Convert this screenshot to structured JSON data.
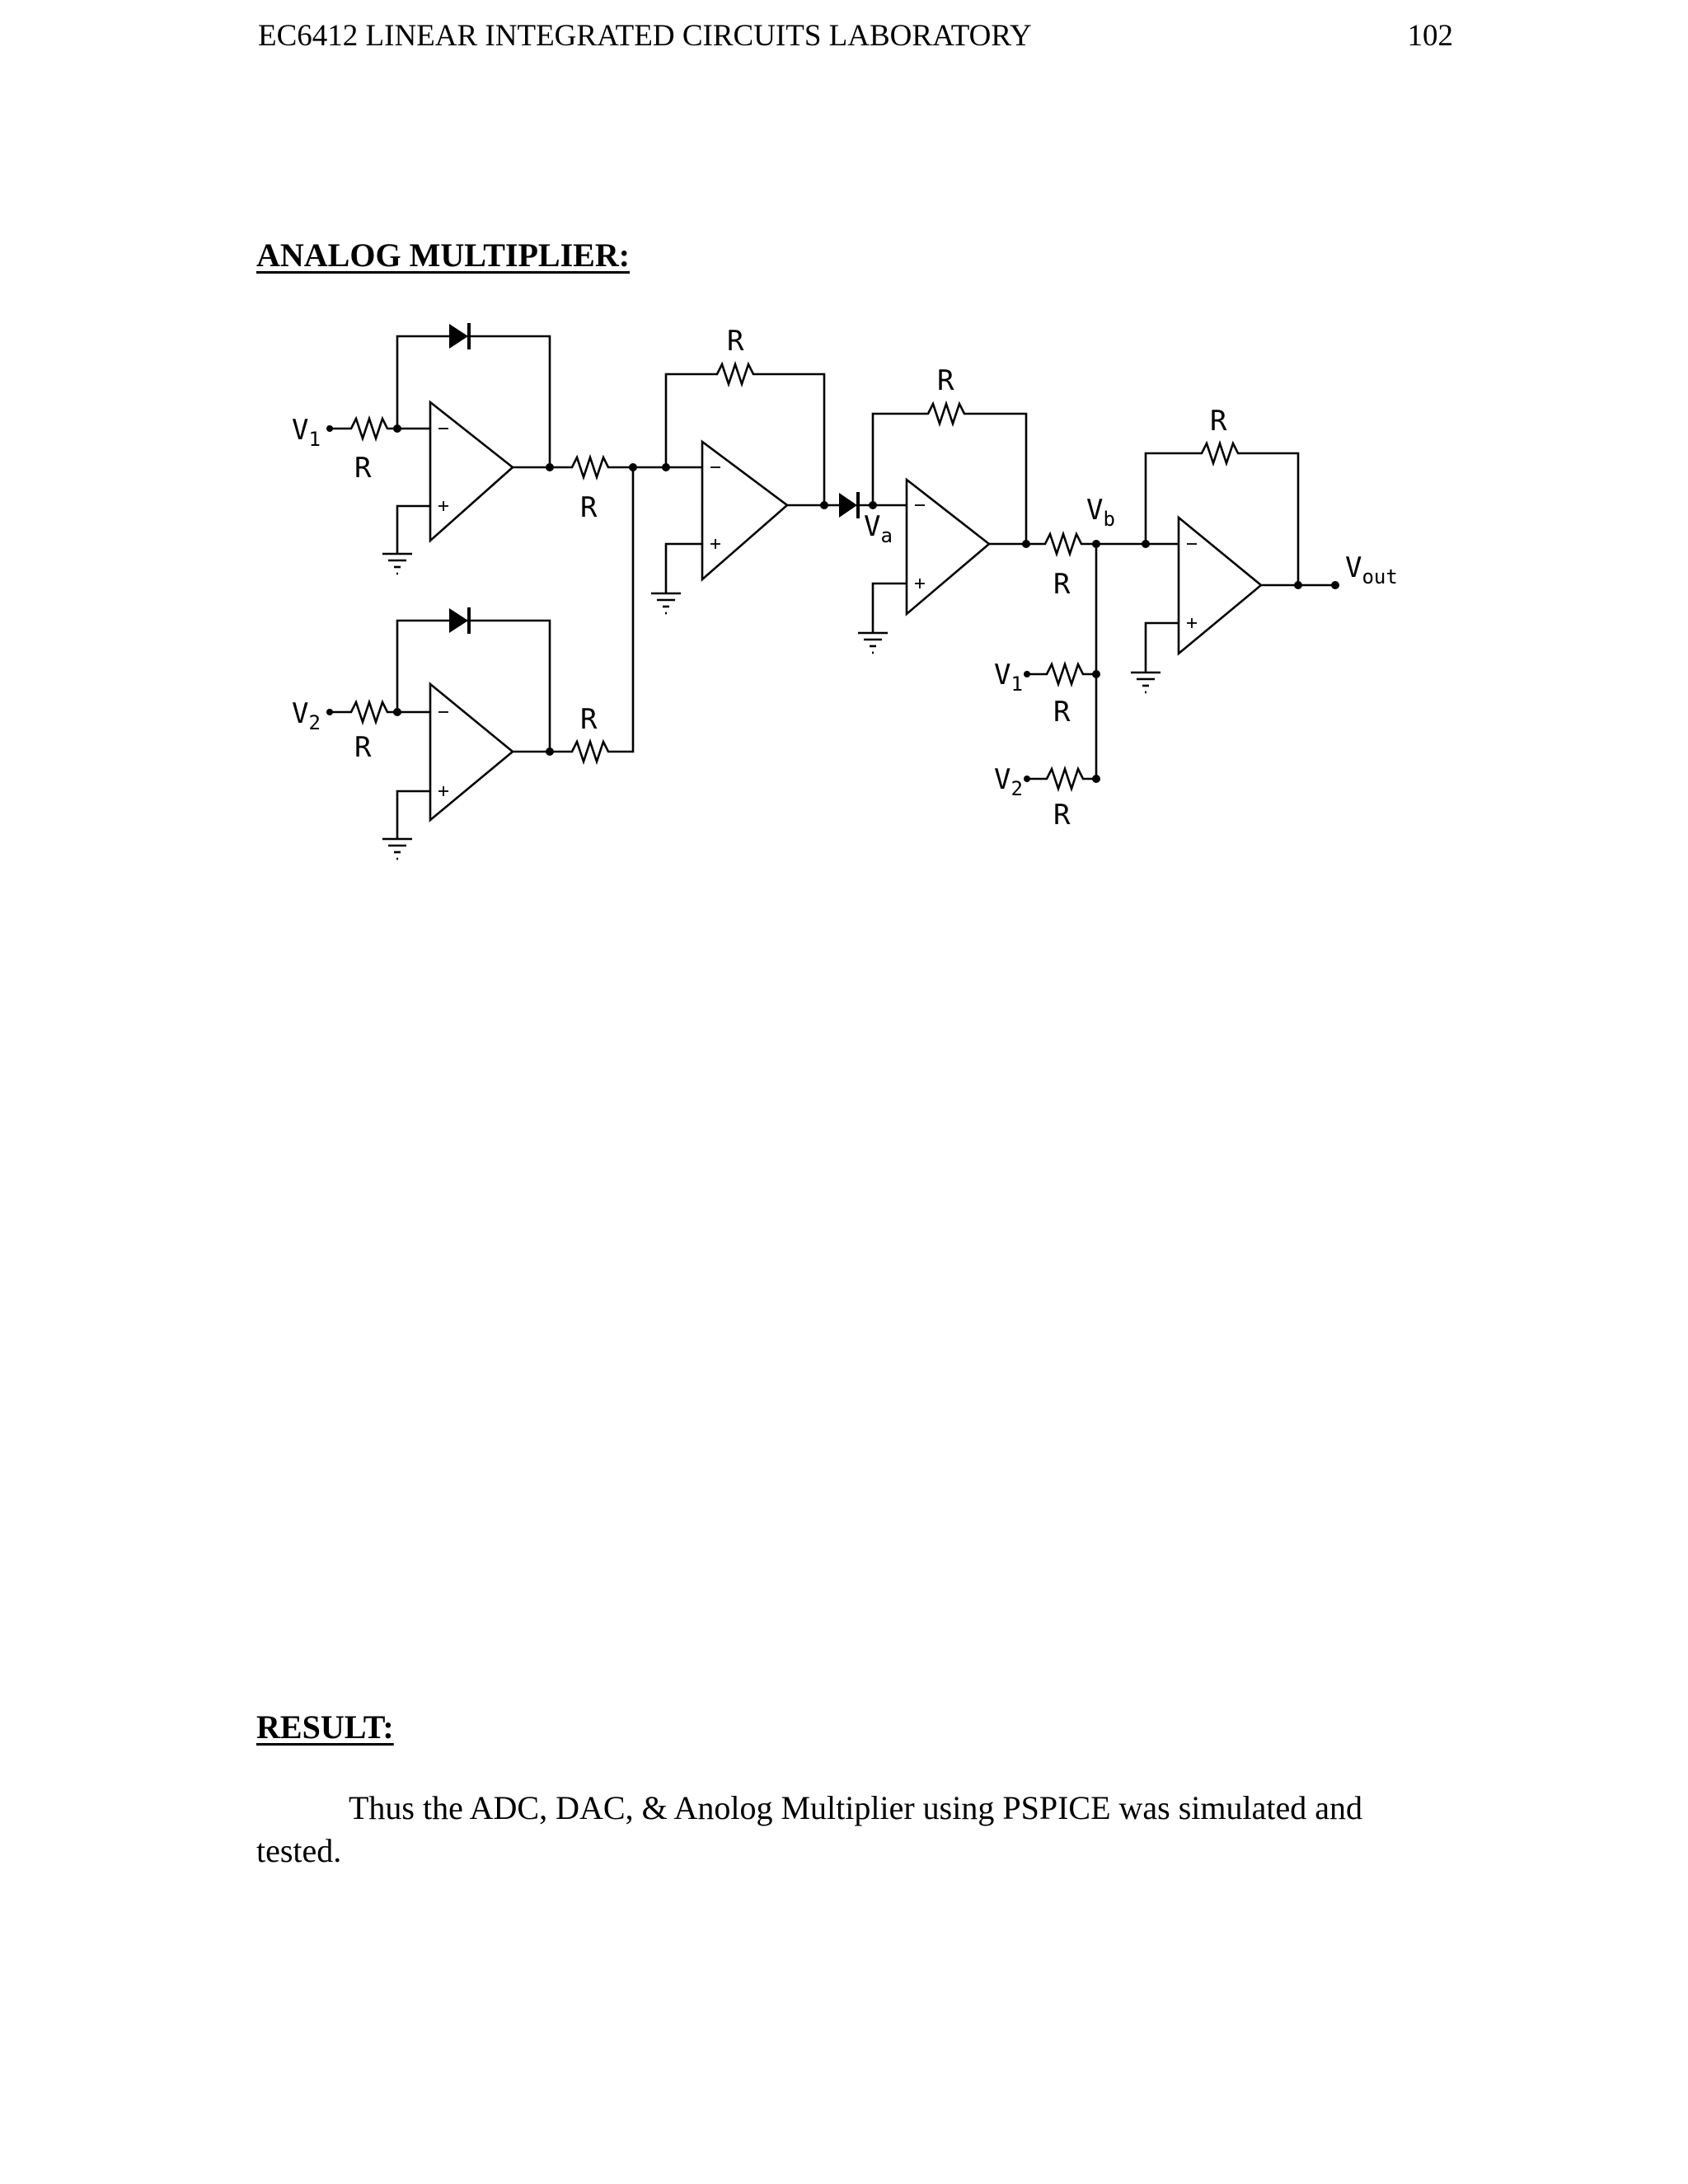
{
  "header": {
    "course_title": "EC6412 LINEAR INTEGRATED CIRCUITS LABORATORY",
    "page_number": "102"
  },
  "sections": {
    "analog_multiplier_heading": "ANALOG MULTIPLIER:",
    "result_heading": "RESULT:",
    "result_text": "Thus the ADC, DAC, & Anolog Multiplier  using PSPICE was simulated and tested."
  },
  "diagram": {
    "resistor_label": "R",
    "voltage_symbol": "V",
    "sub_1": "1",
    "sub_2": "2",
    "sub_a": "a",
    "sub_b": "b",
    "sub_out": "out"
  }
}
